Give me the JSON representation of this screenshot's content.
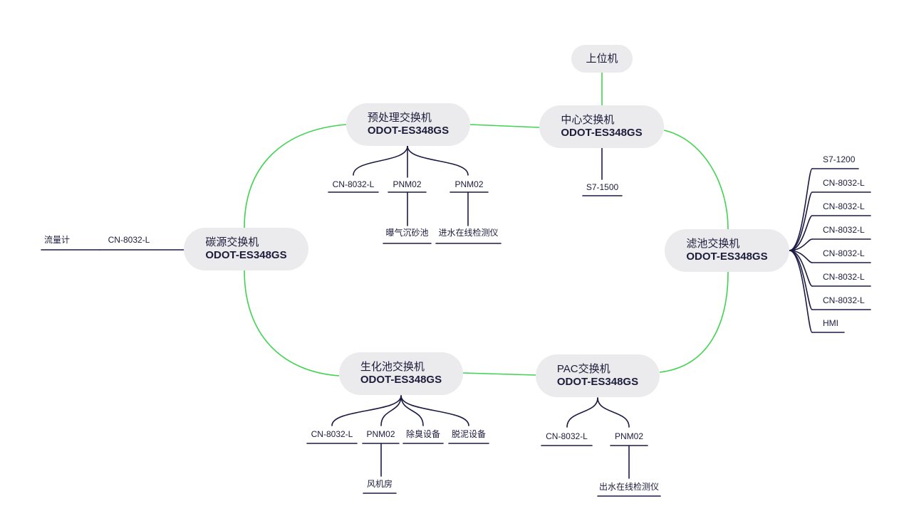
{
  "colors": {
    "background": "#ffffff",
    "node_fill": "#ebebed",
    "text": "#1c1c3c",
    "ring_link": "#3fd34f",
    "branch_line": "#1b1b44"
  },
  "host": {
    "label": "上位机"
  },
  "switches": {
    "core": {
      "name": "中心交换机",
      "model": "ODOT-ES348GS"
    },
    "pretreatment": {
      "name": "预处理交换机",
      "model": "ODOT-ES348GS"
    },
    "carbon_source": {
      "name": "碳源交换机",
      "model": "ODOT-ES348GS"
    },
    "filter": {
      "name": "滤池交换机",
      "model": "ODOT-ES348GS"
    },
    "biochemical": {
      "name": "生化池交换机",
      "model": "ODOT-ES348GS"
    },
    "pac": {
      "name": "PAC交换机",
      "model": "ODOT-ES348GS"
    }
  },
  "devices": {
    "core": [
      {
        "label": "S7-1500"
      }
    ],
    "pretreatment": [
      {
        "label": "CN-8032-L"
      },
      {
        "label": "PNM02",
        "child": "曝气沉砂池"
      },
      {
        "label": "PNM02",
        "child": "进水在线检测仪"
      }
    ],
    "carbon_source": [
      {
        "label": "CN-8032-L",
        "child": "流量计"
      }
    ],
    "filter": [
      {
        "label": "S7-1200"
      },
      {
        "label": "CN-8032-L"
      },
      {
        "label": "CN-8032-L"
      },
      {
        "label": "CN-8032-L"
      },
      {
        "label": "CN-8032-L"
      },
      {
        "label": "CN-8032-L"
      },
      {
        "label": "CN-8032-L"
      },
      {
        "label": "HMI"
      }
    ],
    "biochemical": [
      {
        "label": "CN-8032-L"
      },
      {
        "label": "PNM02",
        "child": "风机房"
      },
      {
        "label": "除臭设备"
      },
      {
        "label": "脱泥设备"
      }
    ],
    "pac": [
      {
        "label": "CN-8032-L"
      },
      {
        "label": "PNM02",
        "child": "出水在线检测仪"
      }
    ]
  }
}
